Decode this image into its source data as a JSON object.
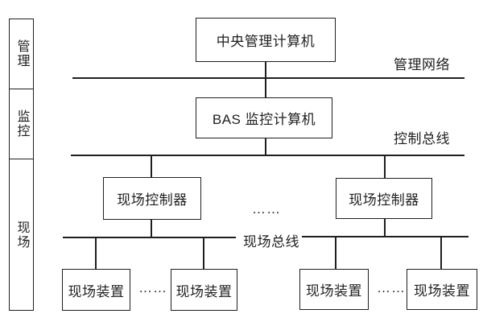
{
  "colors": {
    "background": "#ffffff",
    "line": "#1f1f1f",
    "text": "#1f1f1f"
  },
  "sidebar": {
    "layers": [
      {
        "label": "管理"
      },
      {
        "label": "监控"
      },
      {
        "label": "现场"
      }
    ]
  },
  "nodes": {
    "central_computer": "中央管理计算机",
    "bas_computer": "BAS 监控计算机",
    "field_controller_left": "现场控制器",
    "field_controller_right": "现场控制器",
    "field_device_1": "现场装置",
    "field_device_2": "现场装置",
    "field_device_3": "现场装置",
    "field_device_4": "现场装置"
  },
  "bus_labels": {
    "management_network": "管理网络",
    "control_bus": "控制总线",
    "field_bus": "现场总线"
  },
  "ellipsis": "……"
}
